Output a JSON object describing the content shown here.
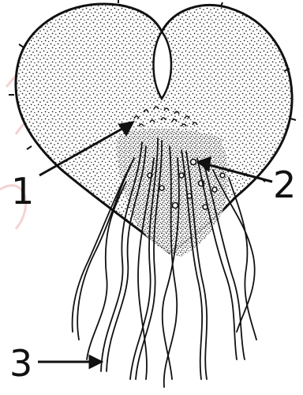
{
  "diagram": {
    "labels": [
      {
        "id": "1",
        "text": "1"
      },
      {
        "id": "2",
        "text": "2"
      },
      {
        "id": "3",
        "text": "3"
      }
    ],
    "colors": {
      "ink": "#111111",
      "watermark": "#f3c7c7"
    }
  }
}
